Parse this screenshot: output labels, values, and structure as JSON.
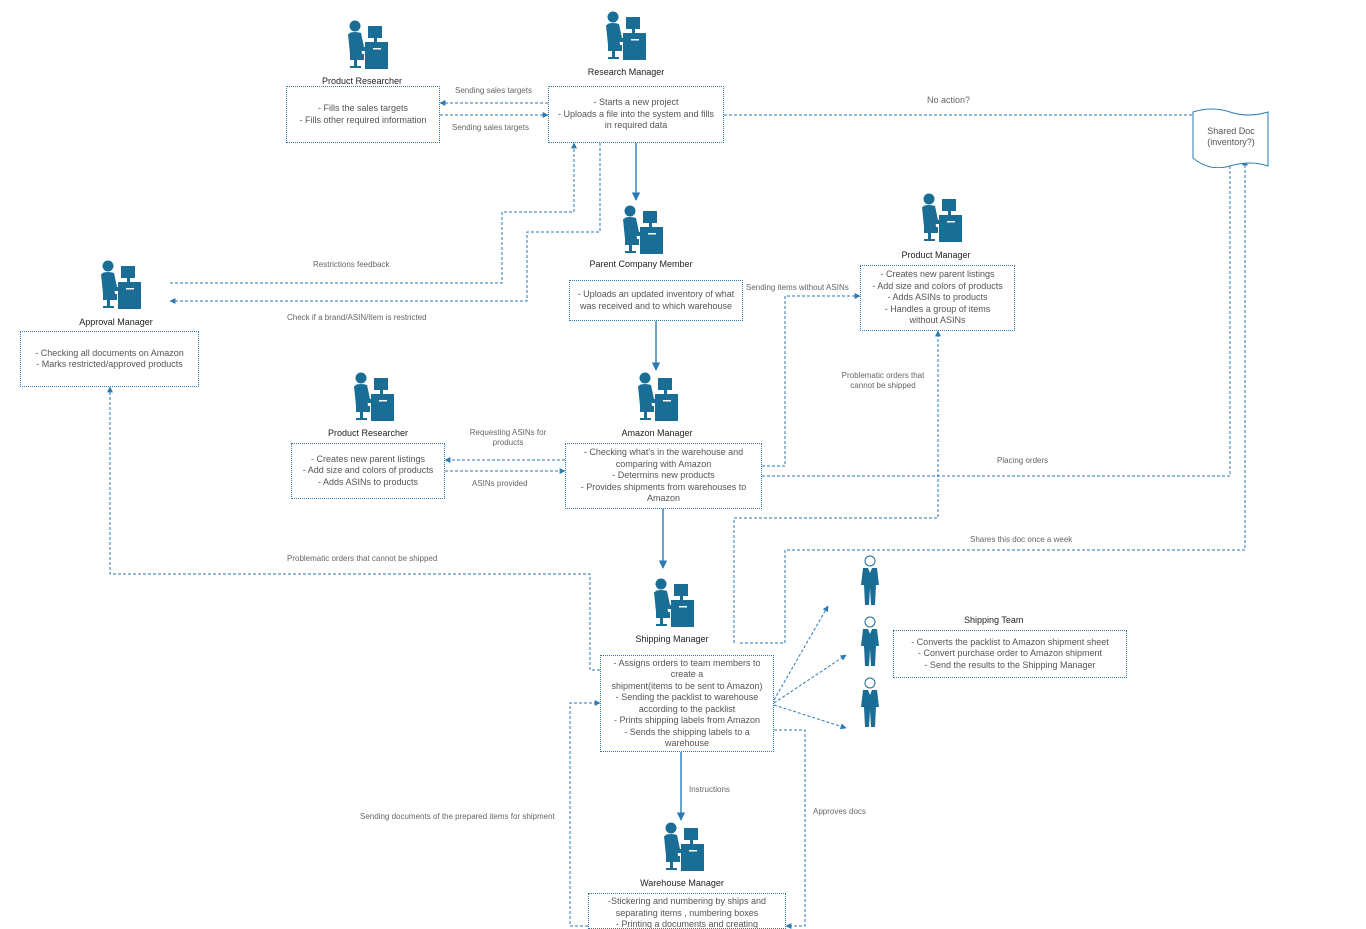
{
  "roles": {
    "research_manager": {
      "title": "Research Manager",
      "tasks": [
        "- Starts a new project",
        "- Uploads a file into the system and fills",
        "in required data"
      ]
    },
    "product_researcher_top": {
      "title": "Product Researcher",
      "tasks": [
        "- Fills the sales targets",
        "- Fills other required  information"
      ]
    },
    "parent_company_member": {
      "title": "Parent Company Member",
      "tasks": [
        "-  Uploads an updated inventory of what",
        "was received and to which warehouse"
      ]
    },
    "product_manager": {
      "title": "Product Manager",
      "tasks": [
        "- Creates new parent listings",
        "- Add size and colors of products",
        "- Adds ASINs to products",
        "- Handles a group of items",
        "without ASINs"
      ]
    },
    "approval_manager": {
      "title": "Approval Manager",
      "tasks": [
        "- Checking all documents on Amazon",
        "- Marks restricted/approved products"
      ]
    },
    "product_researcher_mid": {
      "title": "Product Researcher",
      "tasks": [
        "- Creates new parent listings",
        "- Add size and colors of products",
        "- Adds ASINs to products"
      ]
    },
    "amazon_manager": {
      "title": "Amazon Manager",
      "tasks": [
        "-  Checking what's in the warehouse and",
        "comparing with Amazon",
        "- Determins new products",
        "- Provides shipments from warehouses to",
        "Amazon"
      ]
    },
    "shipping_manager": {
      "title": "Shipping Manager",
      "tasks": [
        "- Assigns orders to team members to",
        "create a",
        "shipment(items to be sent to Amazon)",
        "- Sending the packlist to warehouse",
        "according to the packlist",
        "- Prints shipping labels from Amazon",
        "- Sends the shipping labels to a",
        "warehouse"
      ]
    },
    "shipping_team": {
      "title": "Shipping Team",
      "tasks": [
        "- Converts the packlist to Amazon shipment sheet",
        "- Convert purchase order to Amazon shipment",
        "- Send the results to the Shipping Manager"
      ]
    },
    "warehouse_manager": {
      "title": "Warehouse Manager",
      "tasks": [
        "-Stickering and numbering by ships and",
        "separating items , numbering boxes",
        "- Printing a documents and creating"
      ]
    }
  },
  "shared_doc": {
    "lines": [
      "Shared Doc",
      "(inventory?)"
    ]
  },
  "edge_labels": {
    "sending_sales_targets_out": "Sending sales targets",
    "sending_sales_targets_back": "Sending sales targets",
    "no_action": "No action?",
    "restrictions_feedback": "Restrictions feedback",
    "check_brand": "Check if a brand/ASIN/item is restricted",
    "sending_items_without_asins": "Sending items without ASINs",
    "problematic_orders_pm": [
      "Problematic orders that",
      "cannot be shipped"
    ],
    "requesting_asins": [
      "Requesting ASINs for",
      "products"
    ],
    "asins_provided": "ASINs provided",
    "placing_orders": "Placing orders",
    "shares_doc": "Shares this doc once a week",
    "problematic_orders_am": "Problematic orders that cannot be shipped",
    "instructions": "Instructions",
    "sending_documents": "Sending documents of the prepared items for shipment",
    "approves_docs": "Approves docs"
  },
  "colors": {
    "accent": "#1a6e96",
    "line": "#2a7ab5"
  },
  "icons": {
    "worker": "person-at-computer-icon",
    "team_member": "person-in-suit-icon"
  }
}
